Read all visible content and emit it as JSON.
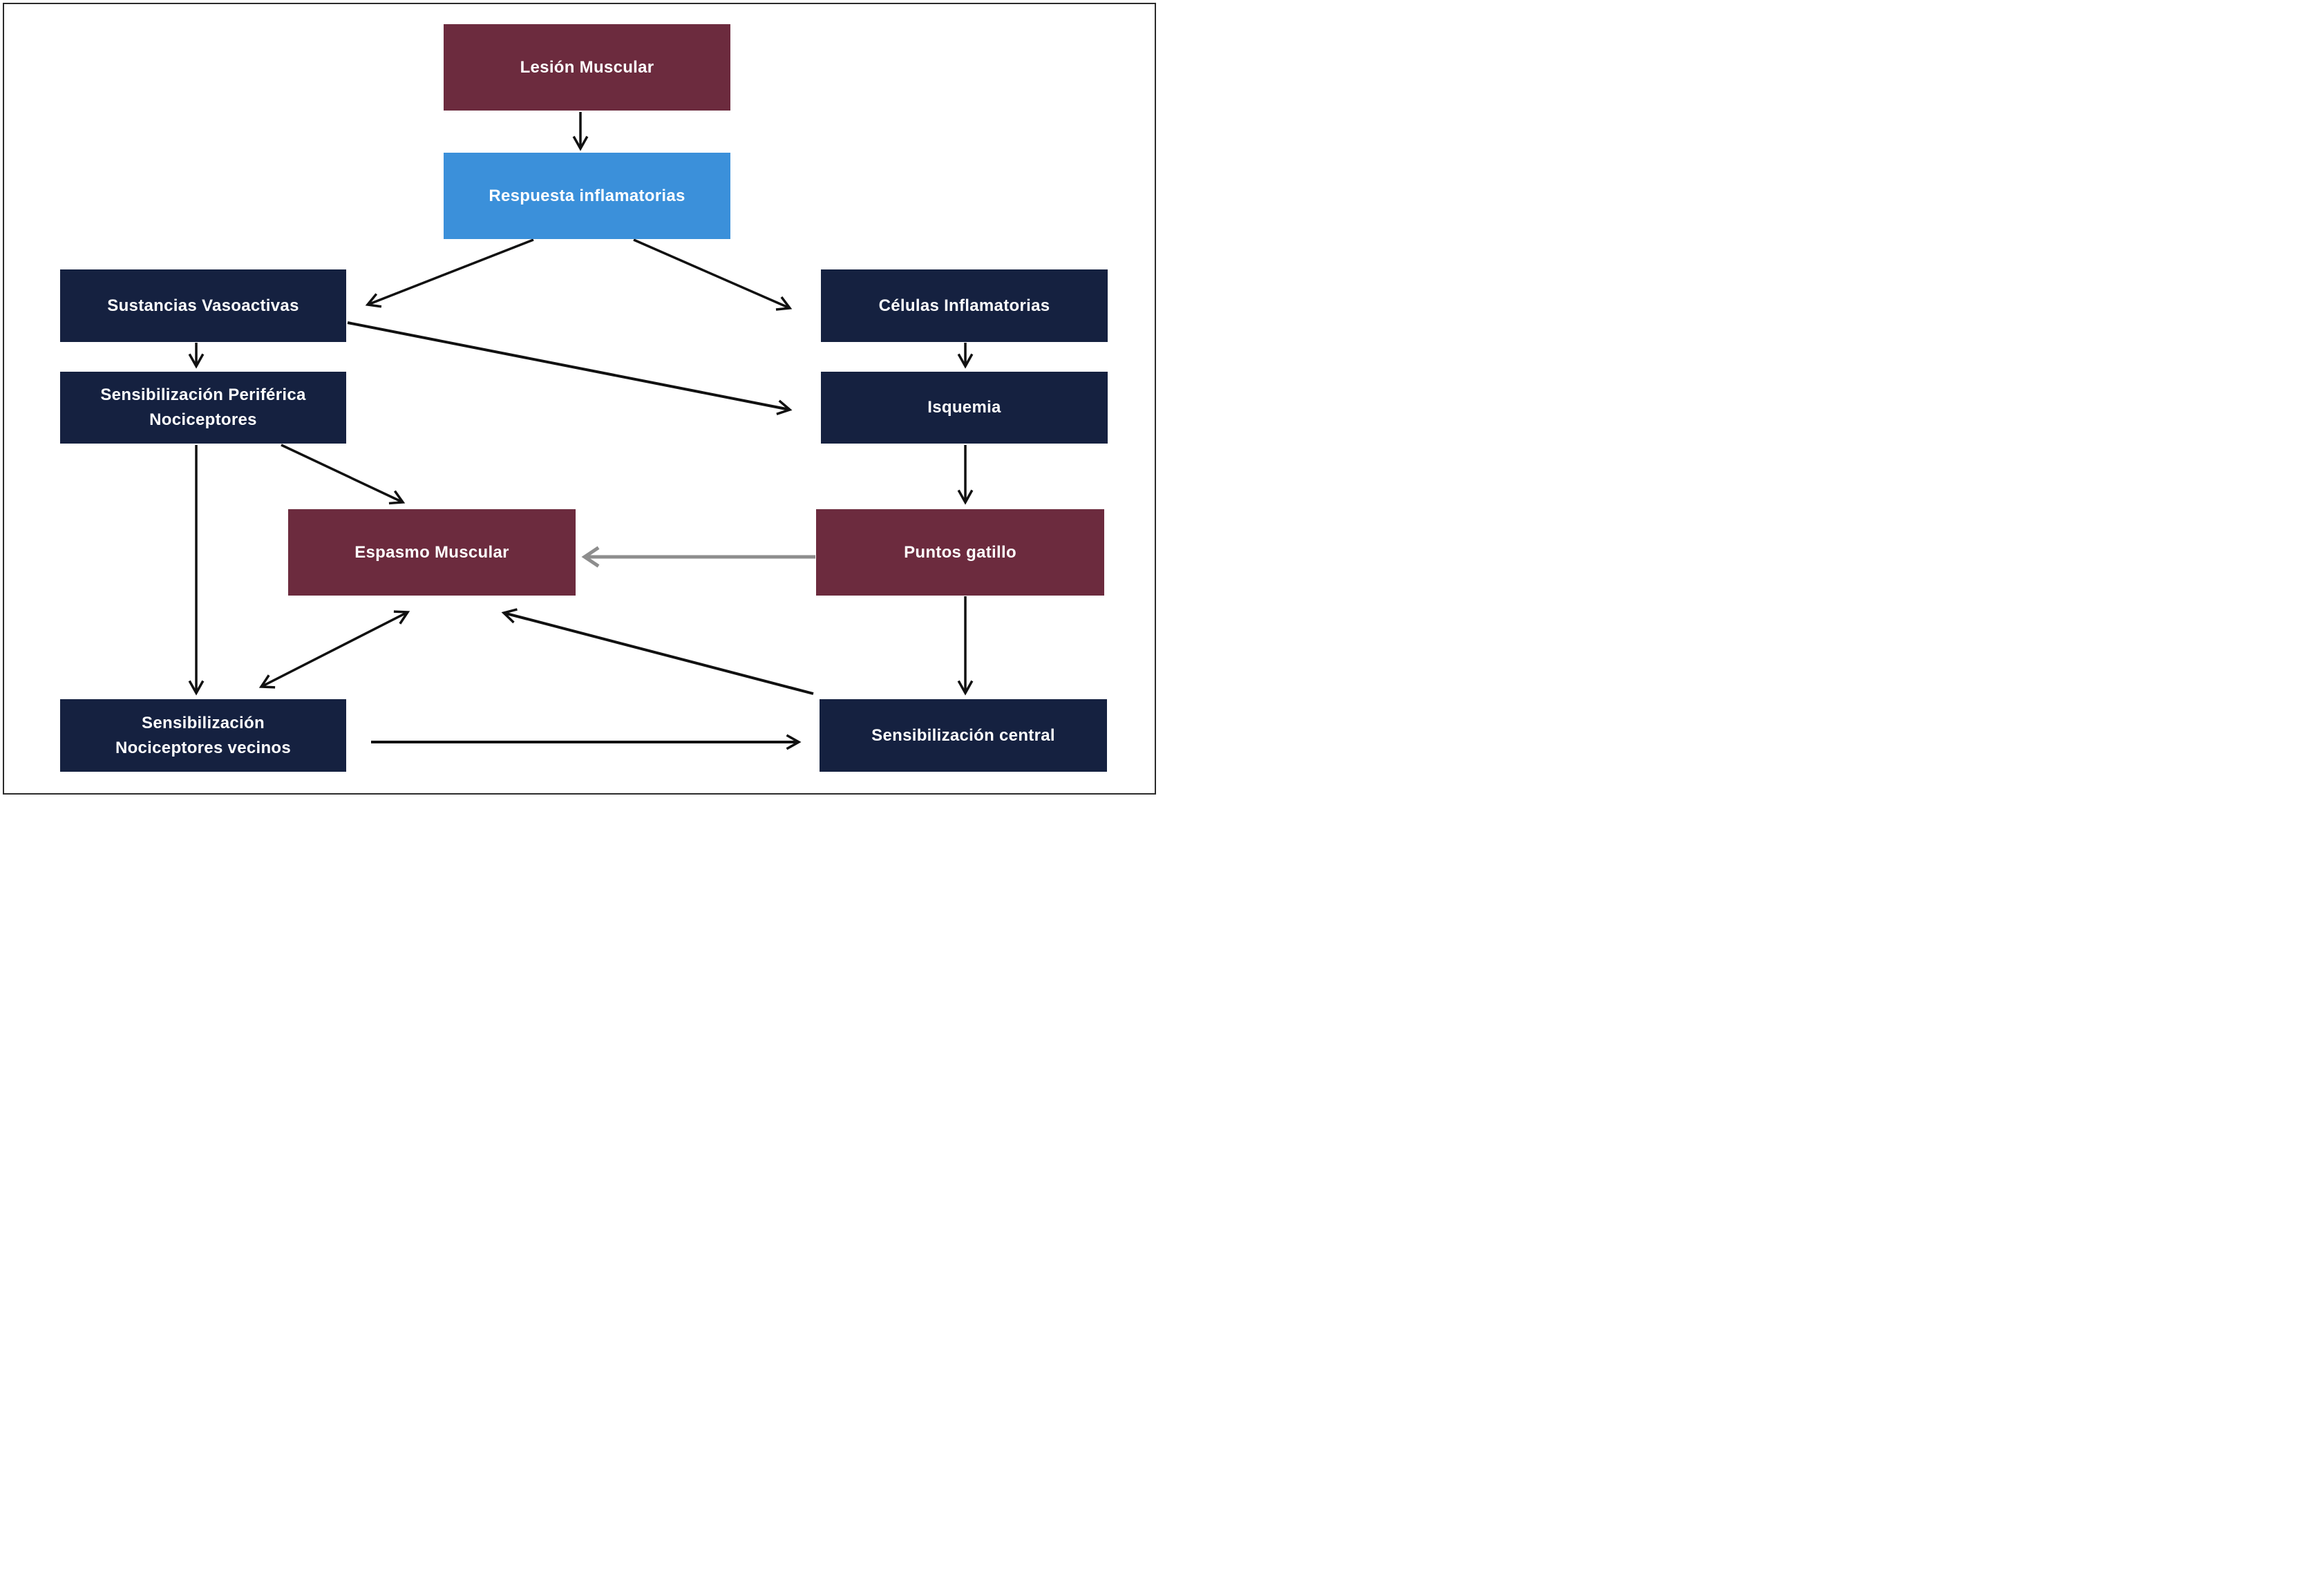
{
  "figure": {
    "type": "flowchart",
    "language": "es",
    "background": "#ffffff",
    "frame_border": "#2b2b2b"
  },
  "colors": {
    "maroon": "#6c2b3e",
    "blue": "#3b90da",
    "navy": "#152140",
    "text": "#ffffff",
    "arrow_black": "#111111",
    "arrow_gray": "#8d8d8d"
  },
  "nodes": [
    {
      "id": "lesion-muscular",
      "label": "Lesión Muscular",
      "color": "maroon"
    },
    {
      "id": "respuesta-inflamatorias",
      "label": "Respuesta inflamatorias",
      "color": "blue"
    },
    {
      "id": "sustancias-vasoactivas",
      "label": "Sustancias Vasoactivas",
      "color": "navy"
    },
    {
      "id": "celulas-inflamatorias",
      "label": "Células Inflamatorias",
      "color": "navy"
    },
    {
      "id": "sensibilizacion-periferica",
      "label": "Sensibilización Periférica\nNociceptores",
      "color": "navy"
    },
    {
      "id": "isquemia",
      "label": "Isquemia",
      "color": "navy"
    },
    {
      "id": "espasmo-muscular",
      "label": "Espasmo Muscular",
      "color": "maroon"
    },
    {
      "id": "puntos-gatillo",
      "label": "Puntos gatillo",
      "color": "maroon"
    },
    {
      "id": "sensibilizacion-nociceptores-vecinos",
      "label": "Sensibilización\nNociceptores vecinos",
      "color": "navy"
    },
    {
      "id": "sensibilizacion-central",
      "label": "Sensibilización central",
      "color": "navy"
    }
  ],
  "edges": [
    {
      "from": "lesion-muscular",
      "to": "respuesta-inflamatorias",
      "style": "black",
      "bidirectional": false
    },
    {
      "from": "respuesta-inflamatorias",
      "to": "sustancias-vasoactivas",
      "style": "black",
      "bidirectional": false
    },
    {
      "from": "respuesta-inflamatorias",
      "to": "celulas-inflamatorias",
      "style": "black",
      "bidirectional": false
    },
    {
      "from": "sustancias-vasoactivas",
      "to": "sensibilizacion-periferica",
      "style": "black",
      "bidirectional": false
    },
    {
      "from": "sustancias-vasoactivas",
      "to": "isquemia",
      "style": "black",
      "bidirectional": false
    },
    {
      "from": "celulas-inflamatorias",
      "to": "isquemia",
      "style": "black",
      "bidirectional": false
    },
    {
      "from": "sensibilizacion-periferica",
      "to": "espasmo-muscular",
      "style": "black",
      "bidirectional": false
    },
    {
      "from": "sensibilizacion-periferica",
      "to": "sensibilizacion-nociceptores-vecinos",
      "style": "black",
      "bidirectional": false
    },
    {
      "from": "isquemia",
      "to": "puntos-gatillo",
      "style": "black",
      "bidirectional": false
    },
    {
      "from": "puntos-gatillo",
      "to": "espasmo-muscular",
      "style": "gray",
      "bidirectional": false
    },
    {
      "from": "puntos-gatillo",
      "to": "sensibilizacion-central",
      "style": "black",
      "bidirectional": false
    },
    {
      "from": "espasmo-muscular",
      "to": "sensibilizacion-nociceptores-vecinos",
      "style": "black",
      "bidirectional": true
    },
    {
      "from": "sensibilizacion-central",
      "to": "espasmo-muscular",
      "style": "black",
      "bidirectional": false
    },
    {
      "from": "sensibilizacion-nociceptores-vecinos",
      "to": "sensibilizacion-central",
      "style": "black",
      "bidirectional": false
    }
  ]
}
